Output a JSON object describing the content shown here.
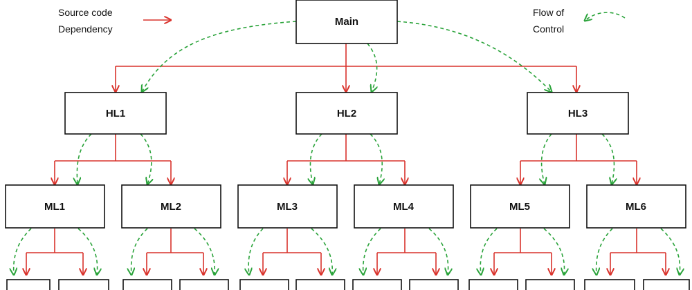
{
  "legend": {
    "dependency_line1": "Source code",
    "dependency_line2": "Dependency",
    "flow_line1": "Flow of",
    "flow_line2": "Control"
  },
  "nodes": {
    "main": "Main",
    "hl1": "HL1",
    "hl2": "HL2",
    "hl3": "HL3",
    "ml1": "ML1",
    "ml2": "ML2",
    "ml3": "ML3",
    "ml4": "ML4",
    "ml5": "ML5",
    "ml6": "ML6"
  },
  "colors": {
    "dependency": "#d9322b",
    "flow": "#2aa33a",
    "box_border": "#111111"
  }
}
